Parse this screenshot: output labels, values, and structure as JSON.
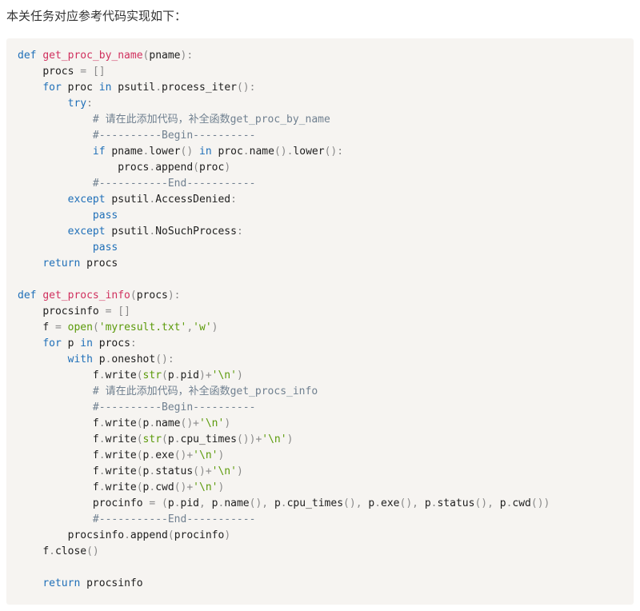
{
  "intro": {
    "text": "本关任务对应参考代码实现如下："
  },
  "code": {
    "colors": {
      "kw": "#1f6fb8",
      "fn": "#d0305e",
      "p": "#8a8a8a",
      "str": "#5b9a0a",
      "cmt": "#708090",
      "id": "#1e1e1e",
      "background": "#f6f4f1"
    },
    "lines": [
      [
        [
          "kw",
          "def"
        ],
        [
          "ws",
          " "
        ],
        [
          "fn",
          "get_proc_by_name"
        ],
        [
          "p",
          "("
        ],
        [
          "id",
          "pname"
        ],
        [
          "p",
          "):"
        ]
      ],
      [
        [
          "ws",
          "    "
        ],
        [
          "id",
          "procs"
        ],
        [
          "ws",
          " "
        ],
        [
          "p",
          "="
        ],
        [
          "ws",
          " "
        ],
        [
          "p",
          "[]"
        ]
      ],
      [
        [
          "ws",
          "    "
        ],
        [
          "kw",
          "for"
        ],
        [
          "ws",
          " "
        ],
        [
          "id",
          "proc"
        ],
        [
          "ws",
          " "
        ],
        [
          "kw",
          "in"
        ],
        [
          "ws",
          " "
        ],
        [
          "id",
          "psutil"
        ],
        [
          "p",
          "."
        ],
        [
          "id",
          "process_iter"
        ],
        [
          "p",
          "():"
        ]
      ],
      [
        [
          "ws",
          "        "
        ],
        [
          "kw",
          "try"
        ],
        [
          "p",
          ":"
        ]
      ],
      [
        [
          "ws",
          "            "
        ],
        [
          "cmt",
          "# 请在此添加代码，补全函数get_proc_by_name"
        ]
      ],
      [
        [
          "ws",
          "            "
        ],
        [
          "cmt",
          "#----------Begin----------"
        ]
      ],
      [
        [
          "ws",
          "            "
        ],
        [
          "kw",
          "if"
        ],
        [
          "ws",
          " "
        ],
        [
          "id",
          "pname"
        ],
        [
          "p",
          "."
        ],
        [
          "id",
          "lower"
        ],
        [
          "p",
          "()"
        ],
        [
          "ws",
          " "
        ],
        [
          "kw",
          "in"
        ],
        [
          "ws",
          " "
        ],
        [
          "id",
          "proc"
        ],
        [
          "p",
          "."
        ],
        [
          "id",
          "name"
        ],
        [
          "p",
          "()."
        ],
        [
          "id",
          "lower"
        ],
        [
          "p",
          "():"
        ]
      ],
      [
        [
          "ws",
          "                "
        ],
        [
          "id",
          "procs"
        ],
        [
          "p",
          "."
        ],
        [
          "id",
          "append"
        ],
        [
          "p",
          "("
        ],
        [
          "id",
          "proc"
        ],
        [
          "p",
          ")"
        ]
      ],
      [
        [
          "ws",
          "            "
        ],
        [
          "cmt",
          "#-----------End-----------"
        ]
      ],
      [
        [
          "ws",
          "        "
        ],
        [
          "kw",
          "except"
        ],
        [
          "ws",
          " "
        ],
        [
          "id",
          "psutil"
        ],
        [
          "p",
          "."
        ],
        [
          "id",
          "AccessDenied"
        ],
        [
          "p",
          ":"
        ]
      ],
      [
        [
          "ws",
          "            "
        ],
        [
          "kw",
          "pass"
        ]
      ],
      [
        [
          "ws",
          "        "
        ],
        [
          "kw",
          "except"
        ],
        [
          "ws",
          " "
        ],
        [
          "id",
          "psutil"
        ],
        [
          "p",
          "."
        ],
        [
          "id",
          "NoSuchProcess"
        ],
        [
          "p",
          ":"
        ]
      ],
      [
        [
          "ws",
          "            "
        ],
        [
          "kw",
          "pass"
        ]
      ],
      [
        [
          "ws",
          "    "
        ],
        [
          "kw",
          "return"
        ],
        [
          "ws",
          " "
        ],
        [
          "id",
          "procs"
        ]
      ],
      [],
      [
        [
          "kw",
          "def"
        ],
        [
          "ws",
          " "
        ],
        [
          "fn",
          "get_procs_info"
        ],
        [
          "p",
          "("
        ],
        [
          "id",
          "procs"
        ],
        [
          "p",
          "):"
        ]
      ],
      [
        [
          "ws",
          "    "
        ],
        [
          "id",
          "procsinfo"
        ],
        [
          "ws",
          " "
        ],
        [
          "p",
          "="
        ],
        [
          "ws",
          " "
        ],
        [
          "p",
          "[]"
        ]
      ],
      [
        [
          "ws",
          "    "
        ],
        [
          "id",
          "f"
        ],
        [
          "ws",
          " "
        ],
        [
          "p",
          "="
        ],
        [
          "ws",
          " "
        ],
        [
          "str",
          "open"
        ],
        [
          "p",
          "("
        ],
        [
          "str",
          "'myresult.txt'"
        ],
        [
          "p",
          ","
        ],
        [
          "str",
          "'w'"
        ],
        [
          "p",
          ")"
        ]
      ],
      [
        [
          "ws",
          "    "
        ],
        [
          "kw",
          "for"
        ],
        [
          "ws",
          " "
        ],
        [
          "id",
          "p"
        ],
        [
          "ws",
          " "
        ],
        [
          "kw",
          "in"
        ],
        [
          "ws",
          " "
        ],
        [
          "id",
          "procs"
        ],
        [
          "p",
          ":"
        ]
      ],
      [
        [
          "ws",
          "        "
        ],
        [
          "kw",
          "with"
        ],
        [
          "ws",
          " "
        ],
        [
          "id",
          "p"
        ],
        [
          "p",
          "."
        ],
        [
          "id",
          "oneshot"
        ],
        [
          "p",
          "():"
        ]
      ],
      [
        [
          "ws",
          "            "
        ],
        [
          "id",
          "f"
        ],
        [
          "p",
          "."
        ],
        [
          "id",
          "write"
        ],
        [
          "p",
          "("
        ],
        [
          "str",
          "str"
        ],
        [
          "p",
          "("
        ],
        [
          "id",
          "p"
        ],
        [
          "p",
          "."
        ],
        [
          "id",
          "pid"
        ],
        [
          "p",
          ")+"
        ],
        [
          "str",
          "'\\n'"
        ],
        [
          "p",
          ")"
        ]
      ],
      [
        [
          "ws",
          "            "
        ],
        [
          "cmt",
          "# 请在此添加代码，补全函数get_procs_info"
        ]
      ],
      [
        [
          "ws",
          "            "
        ],
        [
          "cmt",
          "#----------Begin----------"
        ]
      ],
      [
        [
          "ws",
          "            "
        ],
        [
          "id",
          "f"
        ],
        [
          "p",
          "."
        ],
        [
          "id",
          "write"
        ],
        [
          "p",
          "("
        ],
        [
          "id",
          "p"
        ],
        [
          "p",
          "."
        ],
        [
          "id",
          "name"
        ],
        [
          "p",
          "()+"
        ],
        [
          "str",
          "'\\n'"
        ],
        [
          "p",
          ")"
        ]
      ],
      [
        [
          "ws",
          "            "
        ],
        [
          "id",
          "f"
        ],
        [
          "p",
          "."
        ],
        [
          "id",
          "write"
        ],
        [
          "p",
          "("
        ],
        [
          "str",
          "str"
        ],
        [
          "p",
          "("
        ],
        [
          "id",
          "p"
        ],
        [
          "p",
          "."
        ],
        [
          "id",
          "cpu_times"
        ],
        [
          "p",
          "())+"
        ],
        [
          "str",
          "'\\n'"
        ],
        [
          "p",
          ")"
        ]
      ],
      [
        [
          "ws",
          "            "
        ],
        [
          "id",
          "f"
        ],
        [
          "p",
          "."
        ],
        [
          "id",
          "write"
        ],
        [
          "p",
          "("
        ],
        [
          "id",
          "p"
        ],
        [
          "p",
          "."
        ],
        [
          "id",
          "exe"
        ],
        [
          "p",
          "()+"
        ],
        [
          "str",
          "'\\n'"
        ],
        [
          "p",
          ")"
        ]
      ],
      [
        [
          "ws",
          "            "
        ],
        [
          "id",
          "f"
        ],
        [
          "p",
          "."
        ],
        [
          "id",
          "write"
        ],
        [
          "p",
          "("
        ],
        [
          "id",
          "p"
        ],
        [
          "p",
          "."
        ],
        [
          "id",
          "status"
        ],
        [
          "p",
          "()+"
        ],
        [
          "str",
          "'\\n'"
        ],
        [
          "p",
          ")"
        ]
      ],
      [
        [
          "ws",
          "            "
        ],
        [
          "id",
          "f"
        ],
        [
          "p",
          "."
        ],
        [
          "id",
          "write"
        ],
        [
          "p",
          "("
        ],
        [
          "id",
          "p"
        ],
        [
          "p",
          "."
        ],
        [
          "id",
          "cwd"
        ],
        [
          "p",
          "()+"
        ],
        [
          "str",
          "'\\n'"
        ],
        [
          "p",
          ")"
        ]
      ],
      [
        [
          "ws",
          "            "
        ],
        [
          "id",
          "procinfo"
        ],
        [
          "ws",
          " "
        ],
        [
          "p",
          "="
        ],
        [
          "ws",
          " "
        ],
        [
          "p",
          "("
        ],
        [
          "id",
          "p"
        ],
        [
          "p",
          "."
        ],
        [
          "id",
          "pid"
        ],
        [
          "p",
          ","
        ],
        [
          "ws",
          " "
        ],
        [
          "id",
          "p"
        ],
        [
          "p",
          "."
        ],
        [
          "id",
          "name"
        ],
        [
          "p",
          "(),"
        ],
        [
          "ws",
          " "
        ],
        [
          "id",
          "p"
        ],
        [
          "p",
          "."
        ],
        [
          "id",
          "cpu_times"
        ],
        [
          "p",
          "(),"
        ],
        [
          "ws",
          " "
        ],
        [
          "id",
          "p"
        ],
        [
          "p",
          "."
        ],
        [
          "id",
          "exe"
        ],
        [
          "p",
          "(),"
        ],
        [
          "ws",
          " "
        ],
        [
          "id",
          "p"
        ],
        [
          "p",
          "."
        ],
        [
          "id",
          "status"
        ],
        [
          "p",
          "(),"
        ],
        [
          "ws",
          " "
        ],
        [
          "id",
          "p"
        ],
        [
          "p",
          "."
        ],
        [
          "id",
          "cwd"
        ],
        [
          "p",
          "())"
        ]
      ],
      [
        [
          "ws",
          "            "
        ],
        [
          "cmt",
          "#-----------End-----------"
        ]
      ],
      [
        [
          "ws",
          "        "
        ],
        [
          "id",
          "procsinfo"
        ],
        [
          "p",
          "."
        ],
        [
          "id",
          "append"
        ],
        [
          "p",
          "("
        ],
        [
          "id",
          "procinfo"
        ],
        [
          "p",
          ")"
        ]
      ],
      [
        [
          "ws",
          "    "
        ],
        [
          "id",
          "f"
        ],
        [
          "p",
          "."
        ],
        [
          "id",
          "close"
        ],
        [
          "p",
          "()"
        ]
      ],
      [],
      [
        [
          "ws",
          "    "
        ],
        [
          "kw",
          "return"
        ],
        [
          "ws",
          " "
        ],
        [
          "id",
          "procsinfo"
        ]
      ]
    ]
  }
}
